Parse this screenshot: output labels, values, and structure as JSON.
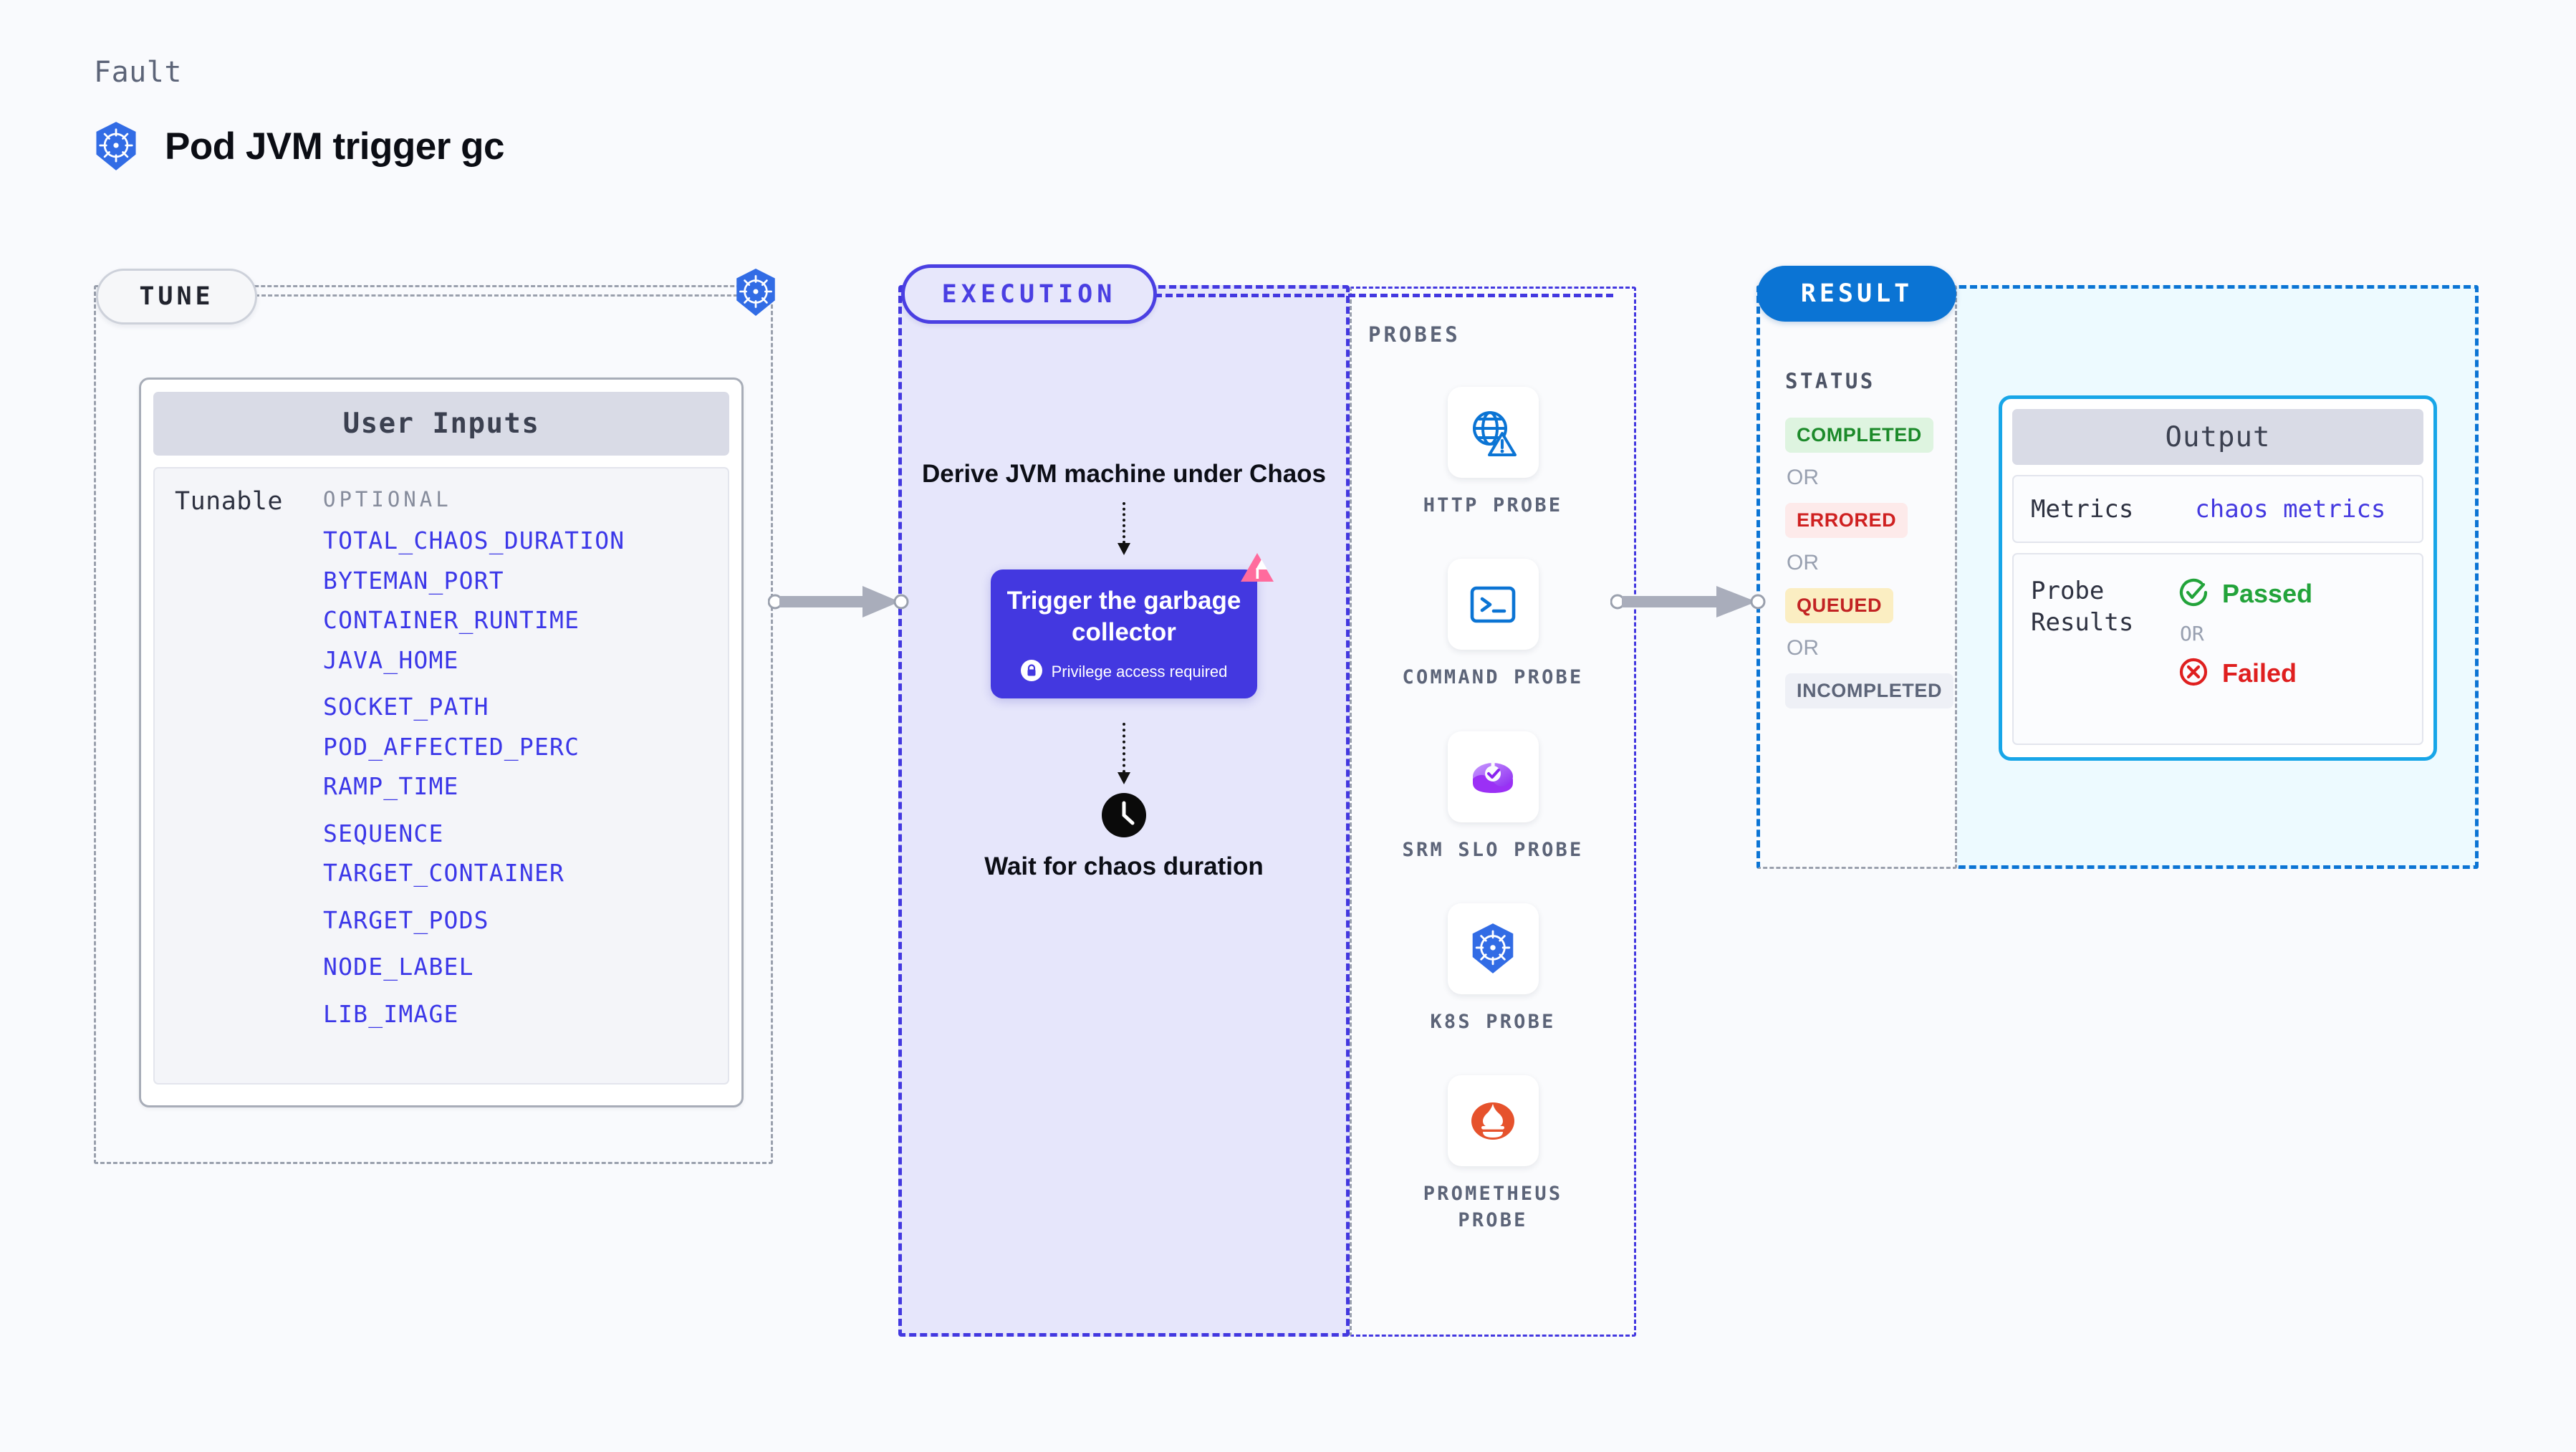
{
  "header": {
    "eyebrow": "Fault",
    "title": "Pod JVM trigger gc",
    "icon": "kubernetes-icon"
  },
  "colors": {
    "page_background": "#f9fafd",
    "accent_purple": "#4338e0",
    "accent_blue": "#0b74d4",
    "output_border_cyan": "#18a6e8",
    "execution_fill": "#e6e6fb",
    "result_output_fill": "#edfaff",
    "variable_text": "#3b37e8",
    "kubernetes_blue": "#326ce5",
    "litmus_pink": "#ff6b9d"
  },
  "tune": {
    "chip_label": "TUNE",
    "node_icon": "kubernetes-icon",
    "card": {
      "title": "User Inputs",
      "row_label": "Tunable",
      "group_label": "OPTIONAL",
      "variables": [
        {
          "name": "TOTAL_CHAOS_DURATION",
          "gap": false
        },
        {
          "name": "BYTEMAN_PORT",
          "gap": false
        },
        {
          "name": "CONTAINER_RUNTIME",
          "gap": false
        },
        {
          "name": "JAVA_HOME",
          "gap": false
        },
        {
          "name": "SOCKET_PATH",
          "gap": true
        },
        {
          "name": "POD_AFFECTED_PERC",
          "gap": false
        },
        {
          "name": "RAMP_TIME",
          "gap": false
        },
        {
          "name": "SEQUENCE",
          "gap": true
        },
        {
          "name": "TARGET_CONTAINER",
          "gap": false
        },
        {
          "name": "TARGET_PODS",
          "gap": true
        },
        {
          "name": "NODE_LABEL",
          "gap": true
        },
        {
          "name": "LIB_IMAGE",
          "gap": true
        }
      ]
    }
  },
  "execution": {
    "chip_label": "EXECUTION",
    "step_derive": "Derive JVM machine under Chaos",
    "gc_box": {
      "title": "Trigger the garbage collector",
      "privilege_note": "Privilege access required",
      "lock_icon": "lock-icon",
      "corner_icon": "litmus-chaos-icon"
    },
    "step_wait": "Wait for chaos duration",
    "wait_icon": "clock-icon"
  },
  "probes": {
    "section_label": "PROBES",
    "items": [
      {
        "label": "HTTP PROBE",
        "icon": "globe-warning-icon"
      },
      {
        "label": "COMMAND PROBE",
        "icon": "terminal-icon"
      },
      {
        "label": "SRM SLO PROBE",
        "icon": "srm-slo-icon"
      },
      {
        "label": "K8S PROBE",
        "icon": "kubernetes-icon"
      },
      {
        "label": "PROMETHEUS PROBE",
        "icon": "prometheus-icon"
      }
    ]
  },
  "result": {
    "chip_label": "RESULT",
    "status_heading": "STATUS",
    "or_label": "OR",
    "statuses": [
      {
        "label": "COMPLETED",
        "bg": "#def4e0",
        "fg": "#1c8a2a"
      },
      {
        "label": "ERRORED",
        "bg": "#fdeaea",
        "fg": "#cf2020"
      },
      {
        "label": "QUEUED",
        "bg": "#fbeec2",
        "fg": "#c22323"
      },
      {
        "label": "INCOMPLETED",
        "bg": "#eef0f6",
        "fg": "#5c6478"
      }
    ],
    "output": {
      "title": "Output",
      "metrics_label": "Metrics",
      "metrics_value": "chaos metrics",
      "probe_results_label": "Probe Results",
      "passed_label": "Passed",
      "passed_icon": "check-circle-icon",
      "or_label": "OR",
      "failed_label": "Failed",
      "failed_icon": "x-circle-icon"
    }
  },
  "connectors": {
    "tune_to_execution": "arrow-right",
    "probes_to_result": "arrow-right"
  }
}
